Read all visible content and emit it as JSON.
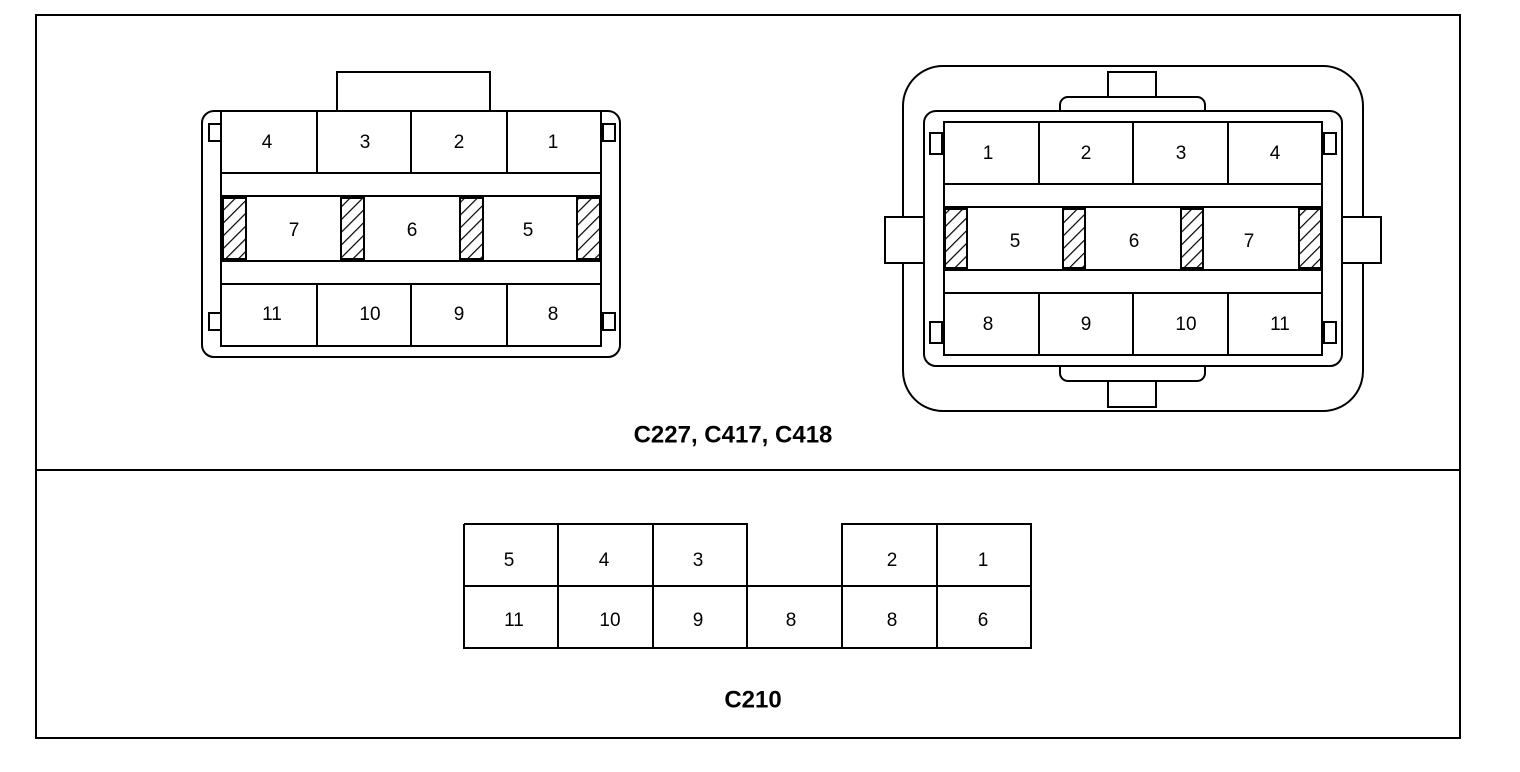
{
  "upper_panel": {
    "caption": "C227, C417, C418",
    "left_connector": {
      "row_top": [
        "4",
        "3",
        "2",
        "1"
      ],
      "row_middle": [
        "7",
        "6",
        "5"
      ],
      "row_bottom": [
        "11",
        "10",
        "9",
        "8"
      ]
    },
    "right_connector": {
      "row_top": [
        "1",
        "2",
        "3",
        "4"
      ],
      "row_middle": [
        "5",
        "6",
        "7"
      ],
      "row_bottom": [
        "8",
        "9",
        "10",
        "11"
      ]
    }
  },
  "lower_panel": {
    "caption": "C210",
    "connector": {
      "row_top": [
        "5",
        "4",
        "3",
        "2",
        "1"
      ],
      "row_bottom": [
        "11",
        "10",
        "9",
        "8",
        "8",
        "6"
      ]
    }
  }
}
